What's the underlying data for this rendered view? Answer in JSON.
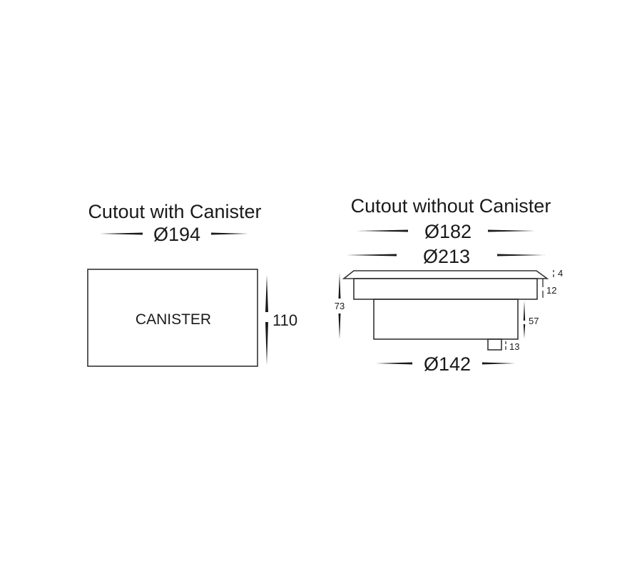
{
  "left_drawing": {
    "title": "Cutout with Canister",
    "diameter": "Ø194",
    "box_label": "CANISTER",
    "height": "110"
  },
  "right_drawing": {
    "title": "Cutout without Canister",
    "cutout_diameter": "Ø182",
    "flange_diameter": "Ø213",
    "body_diameter": "Ø142",
    "total_height": "73",
    "flange_thickness": "4",
    "collar_height": "12",
    "body_height": "57",
    "cable_gland_height": "13"
  },
  "colors": {
    "line": "#333333",
    "text": "#1a1a1a",
    "background": "#ffffff"
  }
}
